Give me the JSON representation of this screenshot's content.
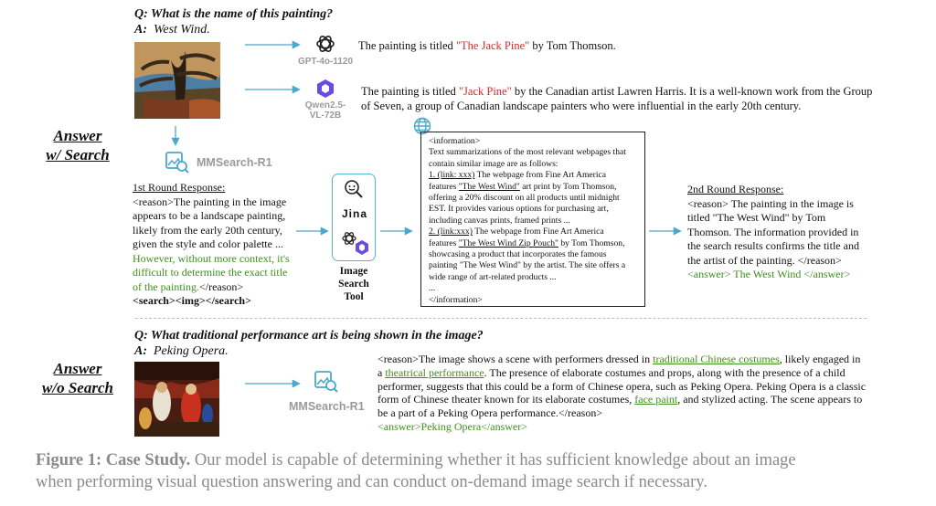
{
  "top": {
    "question": "Q: What is the name of this painting?",
    "answer_prefix": "A:",
    "answer": "West Wind.",
    "side_label_line1": "Answer",
    "side_label_line2": "w/ Search",
    "gpt": {
      "name": "GPT-4o-1120",
      "text_before": "The painting is titled ",
      "highlight": "\"The Jack Pine\"",
      "text_after": " by Tom Thomson."
    },
    "qwen": {
      "name_line1": "Qwen2.5-",
      "name_line2": "VL-72B",
      "text_before": "The painting is titled ",
      "highlight": "\"Jack Pine\"",
      "text_after_line1": " by the Canadian artist Lawren Harris. It is a well-known work from the Group",
      "text_line2": "of Seven, a group of Canadian landscape painters who were influential in the early 20th century."
    },
    "mmsearch_name": "MMSearch-R1",
    "round1": {
      "title": "1st Round Response:",
      "lines_black": [
        "<reason>The painting in the image",
        "appears to be a landscape painting,",
        "likely from the early 20th century,",
        "given the style and color palette ..."
      ],
      "lines_green": [
        "However, without more context, it's",
        "difficult to determine the exact title",
        "of the painting."
      ],
      "end_reason": "</reason>",
      "search_tag": "<search><img></search>"
    },
    "tool": {
      "label_line1": "Image",
      "label_line2": "Search",
      "label_line3": "Tool",
      "jina": "Jina"
    },
    "info": {
      "open": "<information>",
      "intro_line1": "Text summarizations of the most relevant webpages that",
      "intro_line2": "contain similar image are as follows:",
      "item1_link": "1. (link: xxx)",
      "item1_l1": " The webpage from Fine Art America",
      "item1_l2a": "features ",
      "item1_title": "\"The West Wind\"",
      "item1_l2b": " art print by Tom Thomson,",
      "item1_l3": "offering a 20% discount on all products until midnight",
      "item1_l4": "EST. It provides various options for purchasing art,",
      "item1_l5": "including canvas prints, framed prints ...",
      "item2_link": "2. (link:xxx)",
      "item2_l1": " The webpage from Fine Art America",
      "item2_l2a": "features ",
      "item2_title": "\"The West Wind Zip Pouch\"",
      "item2_l2b": " by Tom Thomson,",
      "item2_l3": "showcasing a product that incorporates the famous",
      "item2_l4": "painting \"The West Wind\" by the artist. The site offers a",
      "item2_l5": "wide range of art-related products ...",
      "ellipsis": "...",
      "close": "</information>"
    },
    "round2": {
      "title": "2nd Round Response:",
      "lines": [
        "<reason> The painting in the image is",
        "titled \"The West Wind\" by Tom",
        "Thomson. The information provided in",
        "the search results confirms the title and",
        "the artist of the painting. </reason>"
      ],
      "answer": "<answer> The West Wind </answer>"
    }
  },
  "bottom": {
    "question": "Q: What traditional performance art is being shown in the image?",
    "answer_prefix": "A:",
    "answer": "Peking Opera.",
    "side_label_line1": "Answer",
    "side_label_line2": "w/o Search",
    "mmsearch_name": "MMSearch-R1",
    "r1a": "<reason>The image shows a scene with performers dressed in ",
    "r1b": "traditional Chinese costumes",
    "r1c": ", likely engaged in",
    "r2a": "a ",
    "r2b": "theatrical performance",
    "r2c": ". The presence of elaborate costumes and props, along with the presence of a child",
    "r3": "performer, suggests that this could be a form of Chinese opera, such as Peking Opera. Peking Opera is a classic",
    "r4a": "form of Chinese theater known for its elaborate costumes, ",
    "r4b": "face paint",
    "r4c": ", and stylized acting. The scene appears to",
    "r5": "be a part of a Peking Opera performance.</reason>",
    "answer_tag": "<answer>Peking Opera</answer>"
  },
  "caption": {
    "bold": "Figure 1: Case Study.",
    "line1": " Our model is capable of determining whether it has sufficient knowledge about an image",
    "line2": "when performing visual question answering and can conduct on-demand image search if necessary."
  },
  "colors": {
    "arrow": "#4aa8cc",
    "red": "#d42a2a",
    "green": "#3e8f1e",
    "caption": "#8a8a8a"
  }
}
